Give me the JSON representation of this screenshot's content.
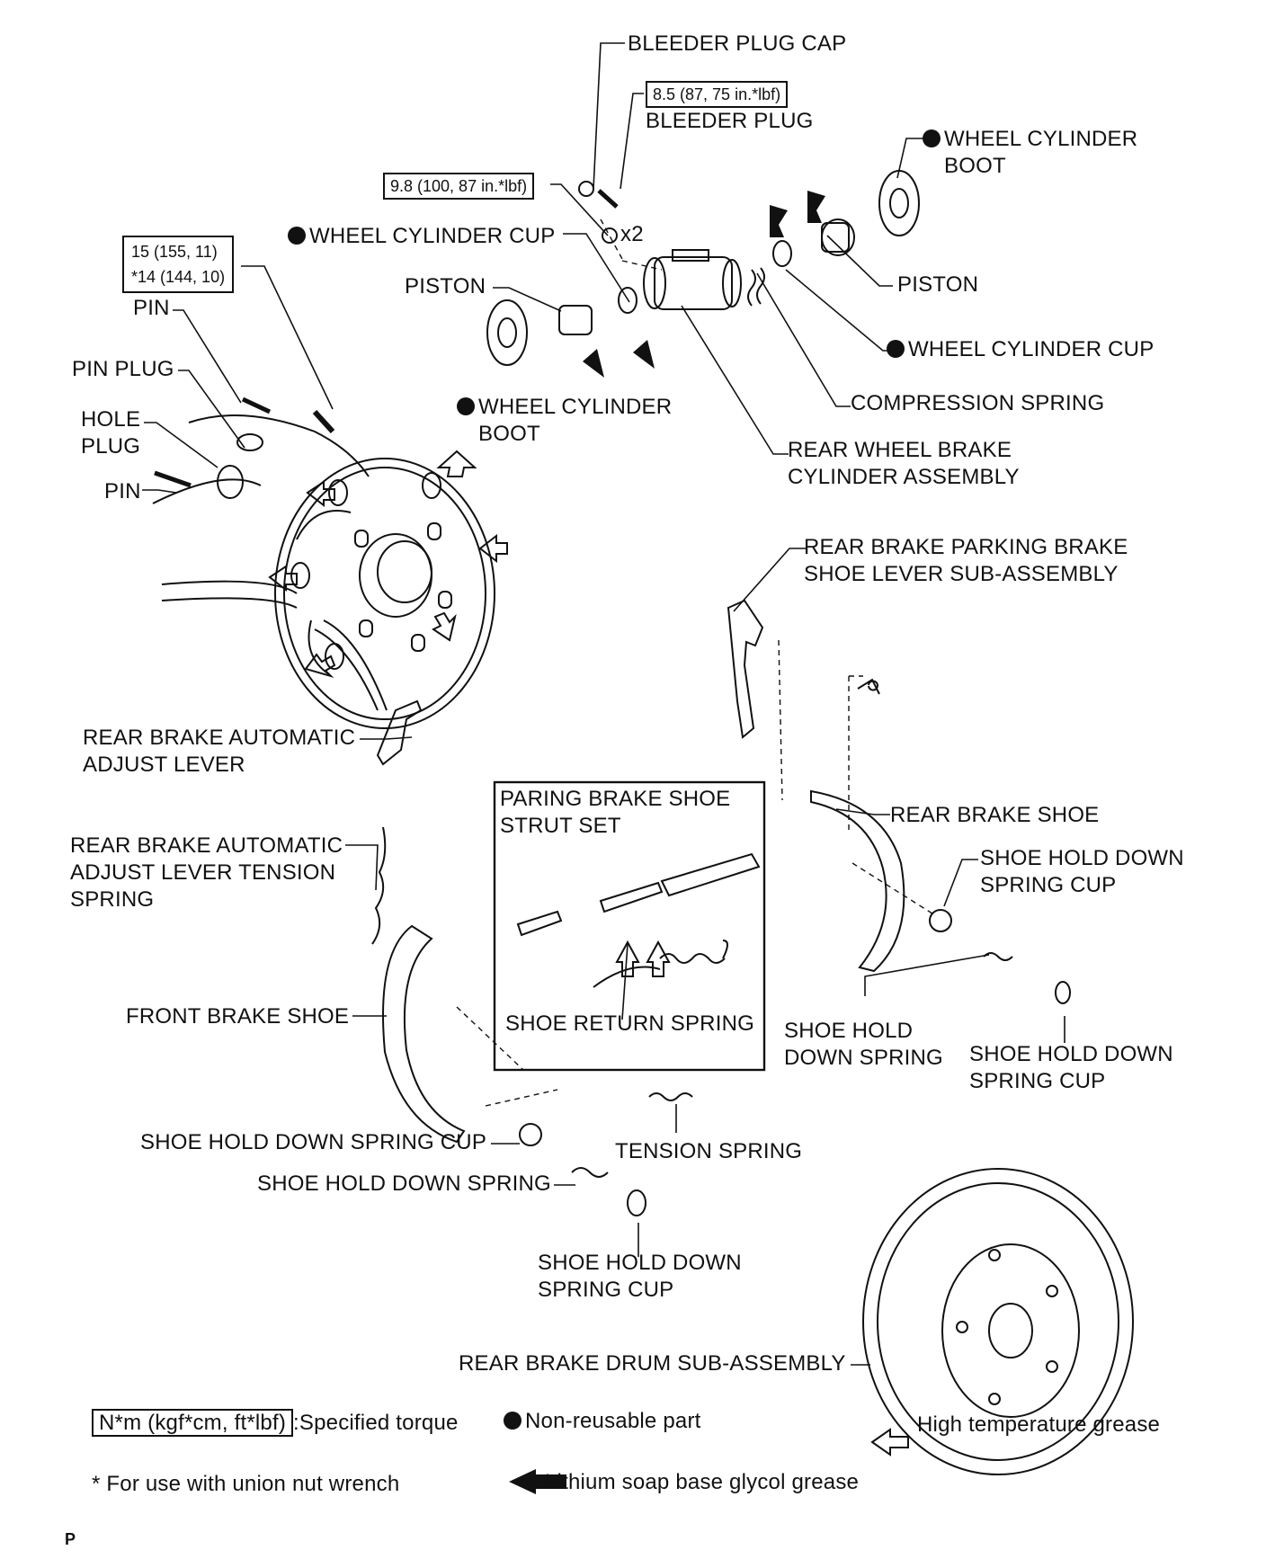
{
  "labels": {
    "bleeder_plug_cap": "BLEEDER PLUG CAP",
    "bleeder_plug_torque": "8.5 (87, 75 in.*lbf)",
    "bleeder_plug": "BLEEDER PLUG",
    "union_torque": "9.8 (100, 87 in.*lbf)",
    "x2": "x2",
    "wc_boot_right_line1": "WHEEL CYLINDER",
    "wc_boot_right_line2": "BOOT",
    "wc_cup_left": "WHEEL CYLINDER CUP",
    "piston_left": "PISTON",
    "piston_right": "PISTON",
    "wc_cup_right": "WHEEL CYLINDER CUP",
    "compression_spring": "COMPRESSION SPRING",
    "wc_boot_left_line1": "WHEEL CYLINDER",
    "wc_boot_left_line2": "BOOT",
    "rear_wheel_cyl_line1": "REAR WHEEL BRAKE",
    "rear_wheel_cyl_line2": "CYLINDER ASSEMBLY",
    "backplate_torque_line1": "15 (155, 11)",
    "backplate_torque_line2": "*14 (144, 10)",
    "pin_top": "PIN",
    "pin_plug": "PIN PLUG",
    "hole_plug_line1": "HOLE",
    "hole_plug_line2": "PLUG",
    "pin_bottom": "PIN",
    "parking_lever_line1": "REAR BRAKE PARKING BRAKE",
    "parking_lever_line2": "SHOE LEVER SUB-ASSEMBLY",
    "auto_adjust_lever_line1": "REAR BRAKE AUTOMATIC",
    "auto_adjust_lever_line2": "ADJUST LEVER",
    "strut_set_line1": "PARING BRAKE SHOE",
    "strut_set_line2": "STRUT SET",
    "shoe_return_spring": "SHOE RETURN SPRING",
    "rear_brake_shoe": "REAR BRAKE SHOE",
    "shdsc_right_top_line1": "SHOE HOLD DOWN",
    "shdsc_right_top_line2": "SPRING CUP",
    "adjust_lever_spring_line1": "REAR BRAKE AUTOMATIC",
    "adjust_lever_spring_line2": "ADJUST LEVER TENSION",
    "adjust_lever_spring_line3": "SPRING",
    "front_brake_shoe": "FRONT BRAKE SHOE",
    "shds_right_line1": "SHOE HOLD",
    "shds_right_line2": "DOWN SPRING",
    "shdsc_right_bottom_line1": "SHOE HOLD DOWN",
    "shdsc_right_bottom_line2": "SPRING CUP",
    "shdsc_left": "SHOE HOLD DOWN SPRING CUP",
    "tension_spring": "TENSION  SPRING",
    "shds_left": "SHOE HOLD DOWN SPRING",
    "shdsc_bottom_line1": "SHOE HOLD DOWN",
    "shdsc_bottom_line2": "SPRING CUP",
    "drum": "REAR BRAKE DRUM SUB-ASSEMBLY"
  },
  "legend": {
    "torque_box": "N*m (kgf*cm, ft*lbf)",
    "torque_text": ":Specified torque",
    "non_reusable": "Non-reusable part",
    "high_temp_grease": "High temperature grease",
    "union_nut_note": "* For use with union nut wrench",
    "lithium_grease": "Lithium soap base glycol grease"
  },
  "footer_code": "P"
}
